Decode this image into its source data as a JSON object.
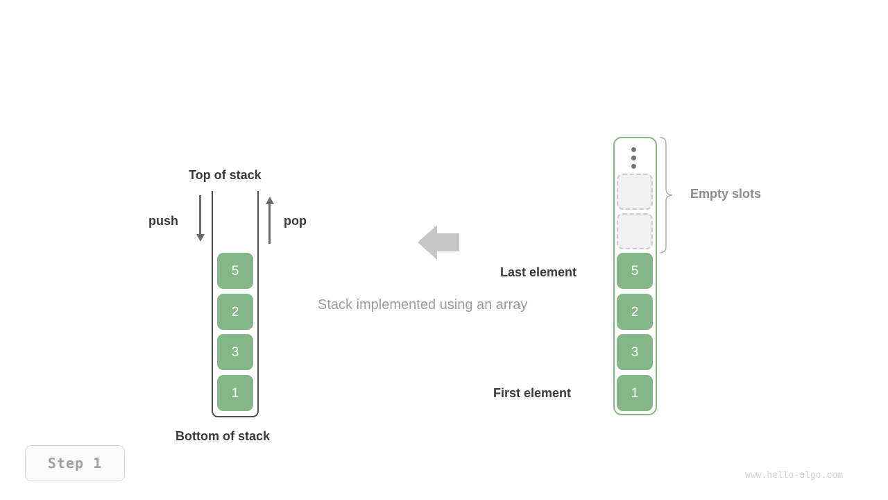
{
  "diagram": {
    "caption": "Stack implemented using an array",
    "watermark": "www.hello-algo.com",
    "step_badge": "Step 1",
    "accent_green": "#84b787",
    "dark_text": "#3a3a3a",
    "gray_text": "#9b9b9b",
    "arrow_gray": "#c6c6c6"
  },
  "left_stack": {
    "top_label": "Top of stack",
    "bottom_label": "Bottom of stack",
    "push_label": "push",
    "pop_label": "pop",
    "cells": [
      {
        "value": "5"
      },
      {
        "value": "2"
      },
      {
        "value": "3"
      },
      {
        "value": "1"
      }
    ]
  },
  "right_array": {
    "empty_slots_label": "Empty slots",
    "last_element_label": "Last element",
    "first_element_label": "First element",
    "overflow_icon": "vertical-dots-icon",
    "empty_slot_count": 2,
    "cells": [
      {
        "value": "5"
      },
      {
        "value": "2"
      },
      {
        "value": "3"
      },
      {
        "value": "1"
      }
    ]
  },
  "transform_arrow": {
    "icon": "arrow-left-icon",
    "direction": "left"
  }
}
